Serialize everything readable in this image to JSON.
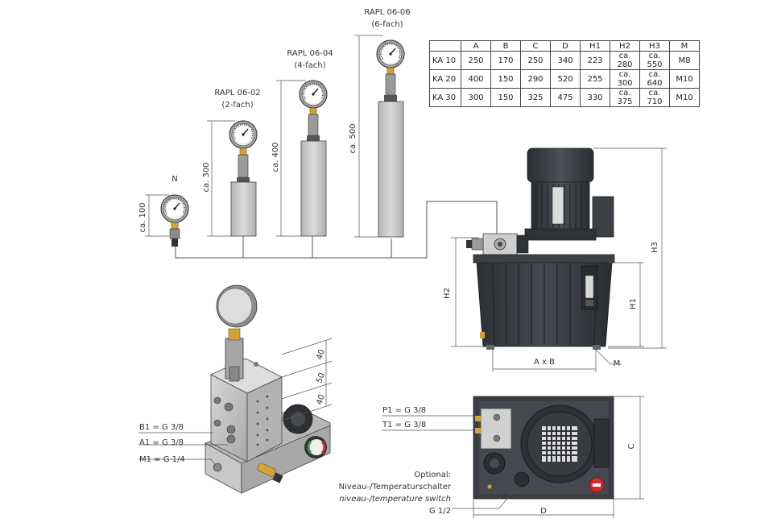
{
  "labels": {
    "n": "N",
    "rapl_02": "RAPL 06-02",
    "rapl_02_sub": "(2-fach)",
    "rapl_04": "RAPL 06-04",
    "rapl_04_sub": "(4-fach)",
    "rapl_06": "RAPL 06-06",
    "rapl_06_sub": "(6-fach)",
    "ca100": "ca. 100",
    "ca300": "ca. 300",
    "ca400": "ca. 400",
    "ca500": "ca. 500",
    "h2": "H2",
    "h1": "H1",
    "h3": "H3",
    "axb": "A x B",
    "m": "M",
    "c": "C",
    "d": "D",
    "b1": "B1 = G 3/8",
    "a1": "A1 = G 3/8",
    "m1": "M1 = G 1/4",
    "p1": "P1 = G 3/8",
    "t1": "T1 = G 3/8",
    "optional": "Optional:",
    "niveau_de": "Niveau-/Temperaturschalter",
    "niveau_en": "niveau-/temperature switch",
    "g12": "G 1/2",
    "d40a": "40",
    "d50": "50",
    "d40b": "40"
  },
  "table": {
    "headers": [
      "",
      "A",
      "B",
      "C",
      "D",
      "H1",
      "H2",
      "H3",
      "M"
    ],
    "rows": [
      {
        "model": "KA 10",
        "a": "250",
        "b": "170",
        "c": "250",
        "d": "340",
        "h1": "223",
        "h2a": "ca.",
        "h2b": "280",
        "h3a": "ca.",
        "h3b": "550",
        "m": "M8"
      },
      {
        "model": "KA 20",
        "a": "400",
        "b": "150",
        "c": "290",
        "d": "520",
        "h1": "255",
        "h2a": "ca.",
        "h2b": "300",
        "h3a": "ca.",
        "h3b": "640",
        "m": "M10"
      },
      {
        "model": "KA 30",
        "a": "300",
        "b": "150",
        "c": "325",
        "d": "475",
        "h1": "330",
        "h2a": "ca.",
        "h2b": "375",
        "h3a": "ca.",
        "h3b": "710",
        "m": "M10"
      }
    ]
  },
  "colors": {
    "pump_body": "#3a3d42",
    "cylinder": "#c9c9c9",
    "valve": "#c4c4c4",
    "brass": "#d4a23a",
    "gauge_red": "#d42a2a",
    "gauge_green": "#3a9a4a"
  }
}
